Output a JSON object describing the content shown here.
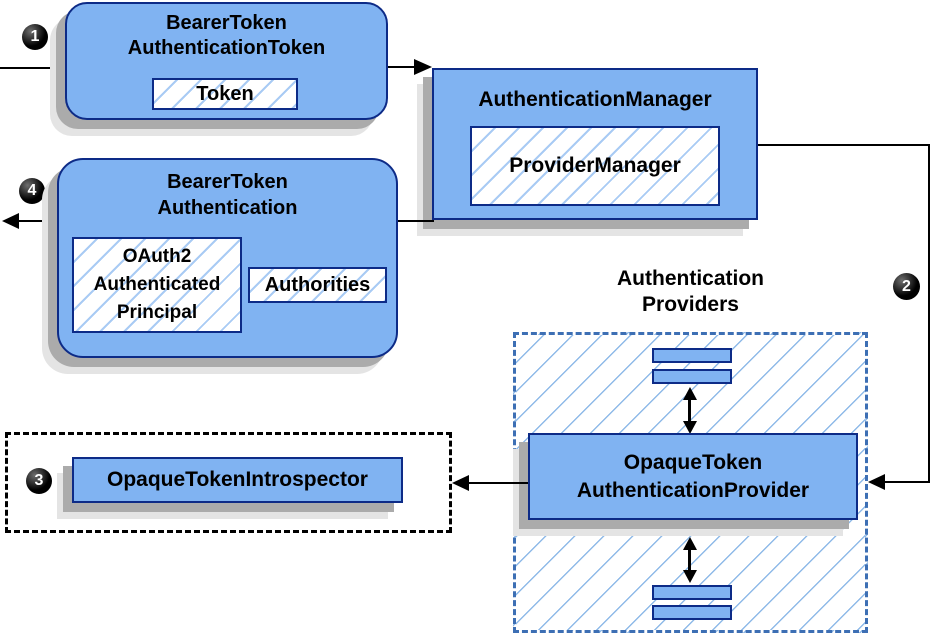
{
  "colors": {
    "box_fill": "#80B3F2",
    "box_border": "#0D2B87",
    "chip_hatch_line": "#A9CBF4",
    "providers_hatch_line": "#8FBAE8",
    "providers_dashed_border": "#3D6FB4",
    "introspector_dashed_border": "#000000",
    "shadow_dark": "#ABABAB",
    "shadow_light": "#E4E4E4",
    "connector": "#000000",
    "badge_background": "#000000",
    "badge_text": "#FFFFFF"
  },
  "badges": {
    "step1": "1",
    "step2": "2",
    "step3": "3",
    "step4": "4"
  },
  "bearer_token_authentication_token": {
    "title": "BearerToken\nAuthenticationToken",
    "token": "Token"
  },
  "authentication_manager": {
    "title": "AuthenticationManager",
    "provider_manager": "ProviderManager"
  },
  "bearer_token_authentication": {
    "title": "BearerToken\nAuthentication",
    "principal": "OAuth2\nAuthenticated\nPrincipal",
    "authorities": "Authorities"
  },
  "authentication_providers": {
    "title": "Authentication\nProviders",
    "provider": "OpaqueToken\nAuthenticationProvider"
  },
  "opaque_token_introspector": {
    "label": "OpaqueTokenIntrospector"
  }
}
